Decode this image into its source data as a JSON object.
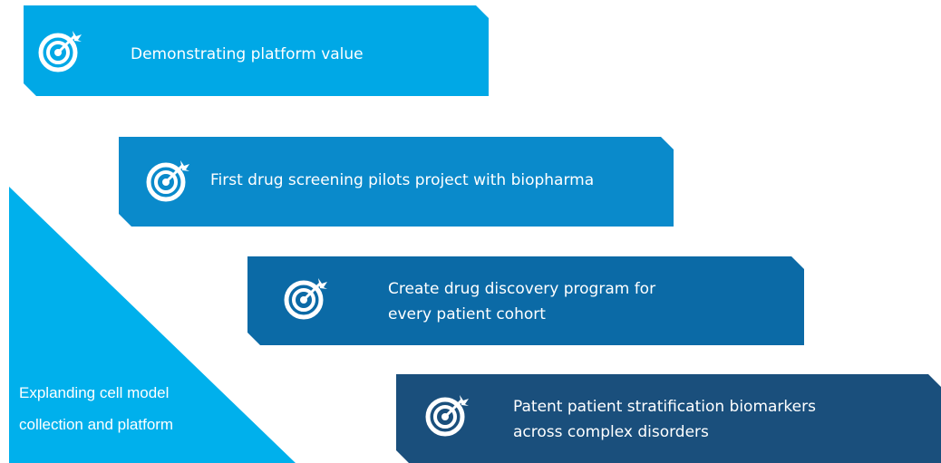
{
  "colors": {
    "triangle": "#00b0ec",
    "step1": "#00a8e6",
    "step2": "#0a8acb",
    "step3": "#0b6aa6",
    "step4": "#1a4f7c"
  },
  "left_label": {
    "line1": "Explanding cell model",
    "line2": "collection and platform"
  },
  "steps": [
    {
      "icon": "target-arrow-icon",
      "lines": [
        "Demonstrating platform value"
      ]
    },
    {
      "icon": "target-arrow-icon",
      "lines": [
        "First drug screening pilots project with biopharma"
      ]
    },
    {
      "icon": "target-arrow-icon",
      "lines": [
        "Create drug discovery program for",
        "every patient cohort"
      ]
    },
    {
      "icon": "target-arrow-icon",
      "lines": [
        "Patent patient stratification biomarkers",
        "across complex disorders"
      ]
    }
  ]
}
